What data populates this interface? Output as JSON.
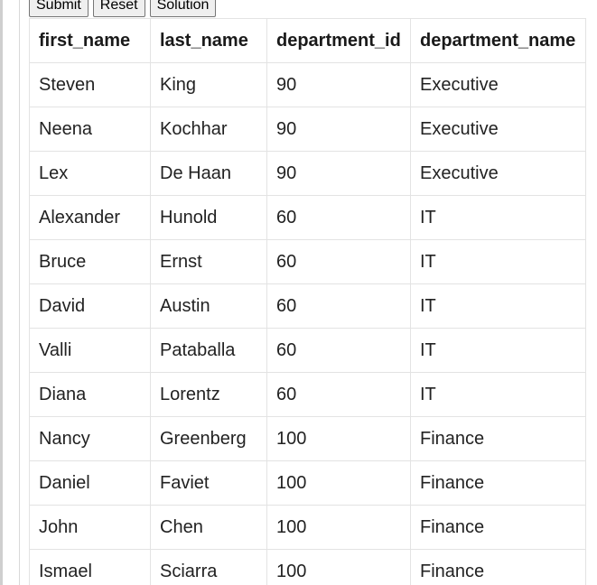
{
  "toolbar": {
    "submit_label": "Submit",
    "reset_label": "Reset",
    "solution_label": "Solution"
  },
  "table": {
    "columns": [
      "first_name",
      "last_name",
      "department_id",
      "department_name"
    ],
    "rows": [
      [
        "Steven",
        "King",
        "90",
        "Executive"
      ],
      [
        "Neena",
        "Kochhar",
        "90",
        "Executive"
      ],
      [
        "Lex",
        "De Haan",
        "90",
        "Executive"
      ],
      [
        "Alexander",
        "Hunold",
        "60",
        "IT"
      ],
      [
        "Bruce",
        "Ernst",
        "60",
        "IT"
      ],
      [
        "David",
        "Austin",
        "60",
        "IT"
      ],
      [
        "Valli",
        "Pataballa",
        "60",
        "IT"
      ],
      [
        "Diana",
        "Lorentz",
        "60",
        "IT"
      ],
      [
        "Nancy",
        "Greenberg",
        "100",
        "Finance"
      ],
      [
        "Daniel",
        "Faviet",
        "100",
        "Finance"
      ],
      [
        "John",
        "Chen",
        "100",
        "Finance"
      ],
      [
        "Ismael",
        "Sciarra",
        "100",
        "Finance"
      ]
    ]
  }
}
